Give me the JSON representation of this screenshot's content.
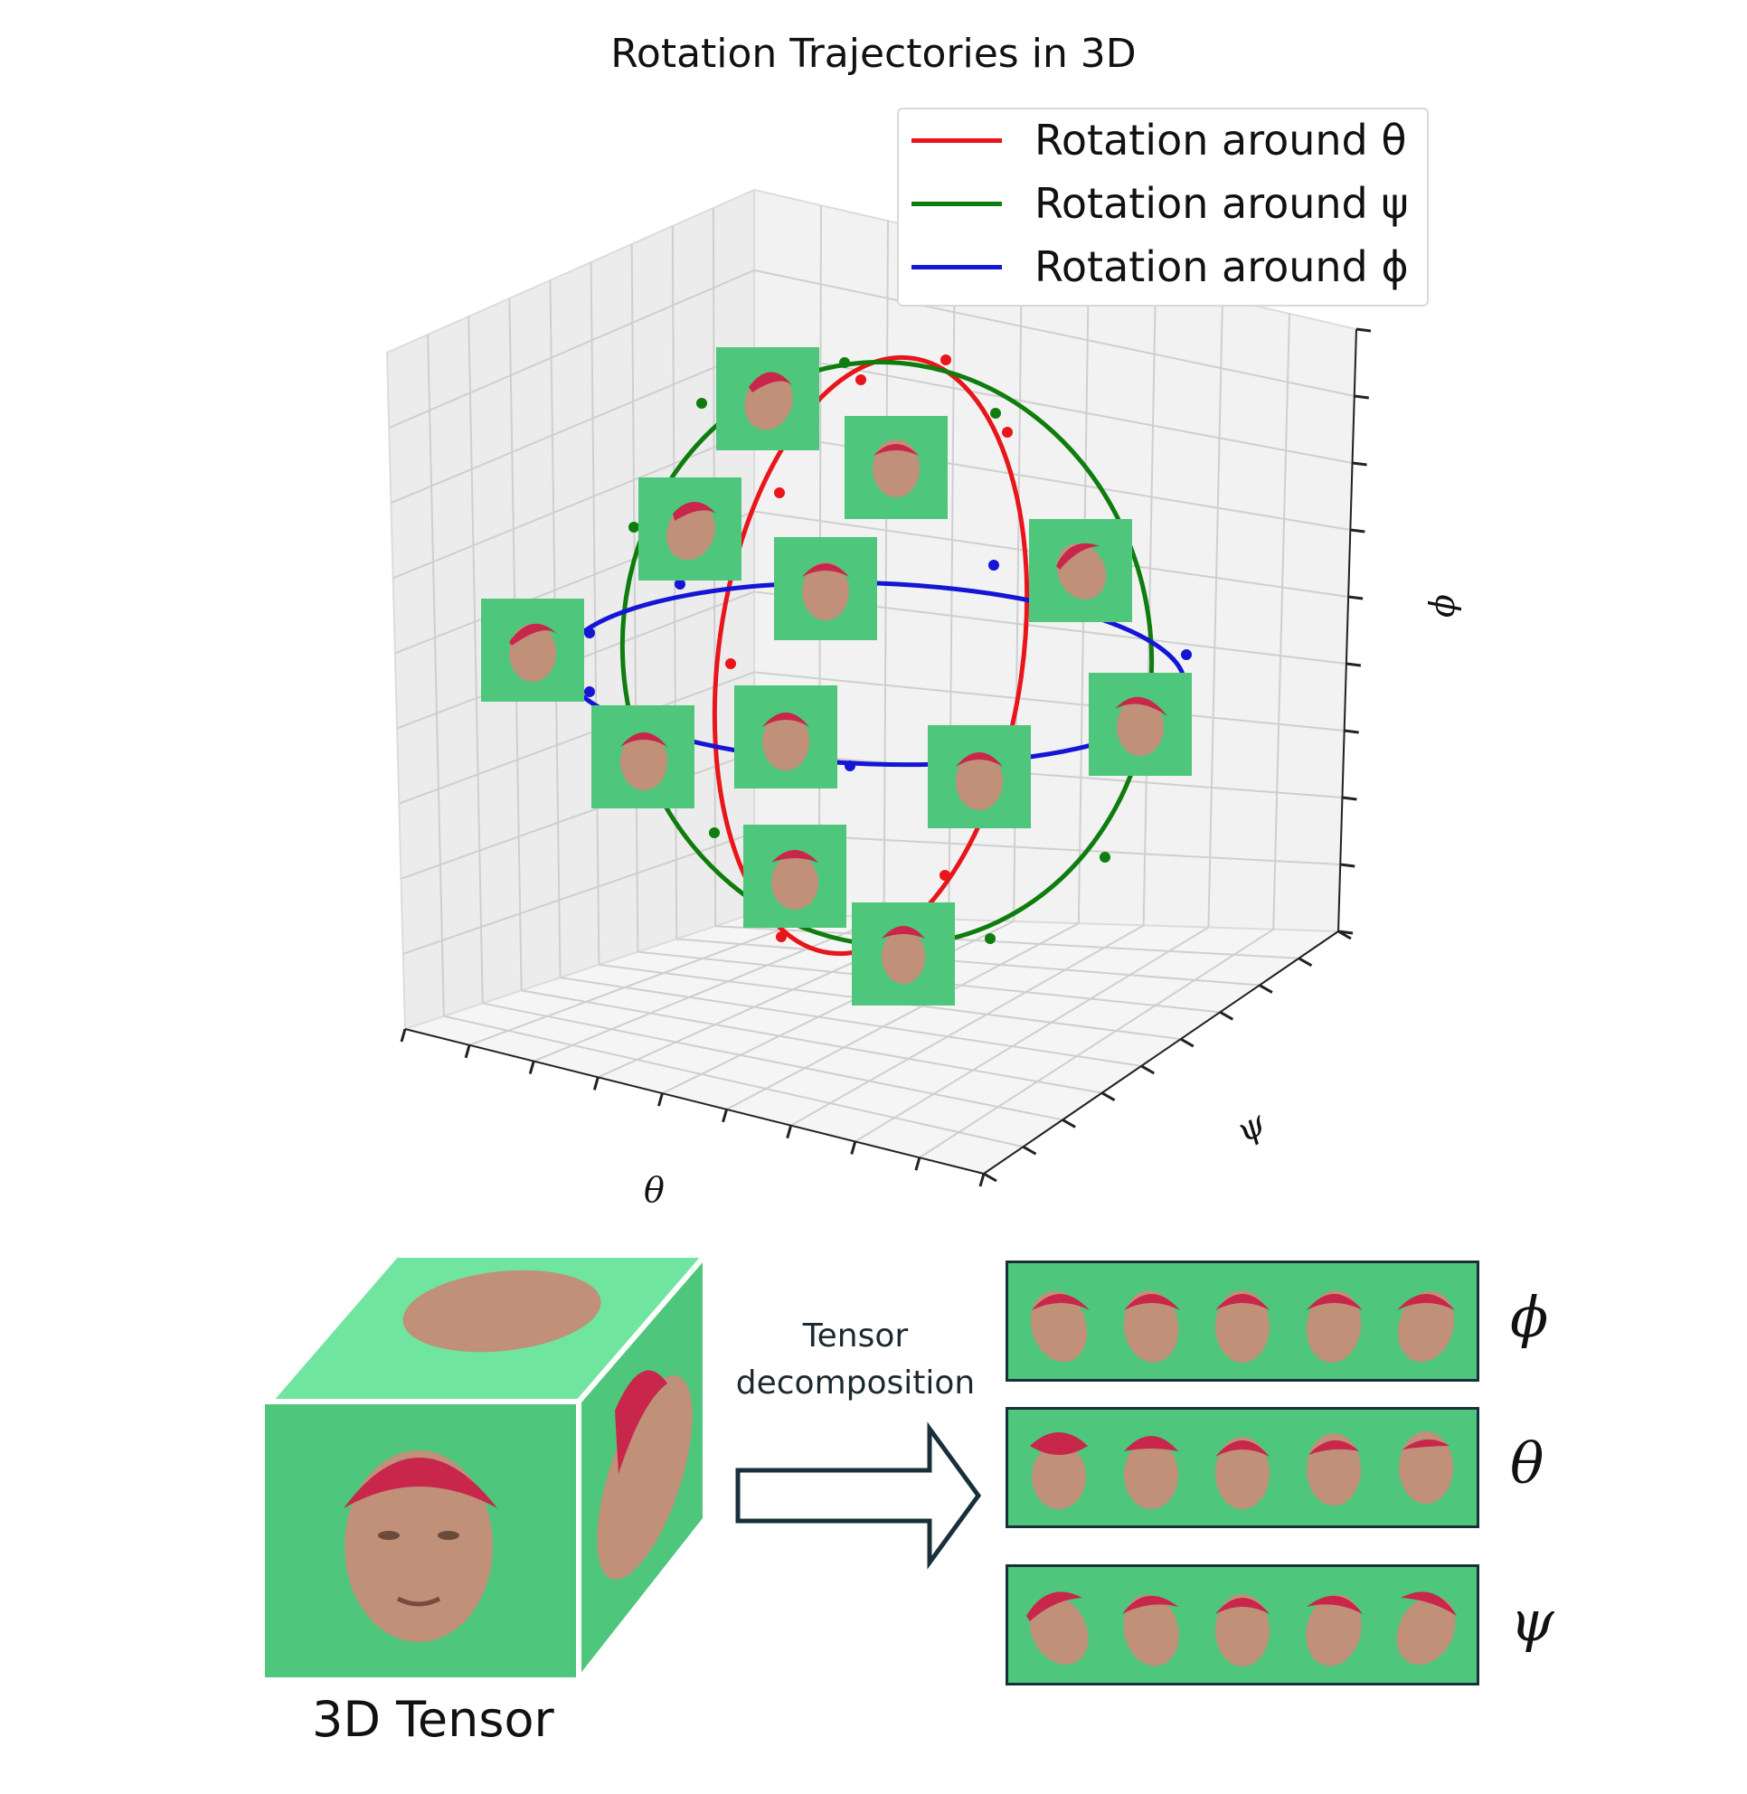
{
  "title": "Rotation Trajectories in 3D",
  "legend": {
    "items": [
      {
        "label": "Rotation around θ",
        "color": "#e8151b"
      },
      {
        "label": "Rotation around ψ",
        "color": "#0e7d0e"
      },
      {
        "label": "Rotation around ϕ",
        "color": "#1515d6"
      }
    ]
  },
  "axes": {
    "theta": "θ",
    "psi": "ψ",
    "phi": "ϕ"
  },
  "annotation": {
    "line1": "Tensor",
    "line2": "decomposition"
  },
  "cube": {
    "label": "3D Tensor",
    "face_color": "#4ec67b",
    "top_color": "#6fe59f"
  },
  "strips": [
    {
      "label": "ϕ"
    },
    {
      "label": "θ"
    },
    {
      "label": "ψ"
    }
  ],
  "colors": {
    "tile": "#4ec67b",
    "skin": "#c09079",
    "cap": "#c8264a",
    "border": "#17303a"
  }
}
